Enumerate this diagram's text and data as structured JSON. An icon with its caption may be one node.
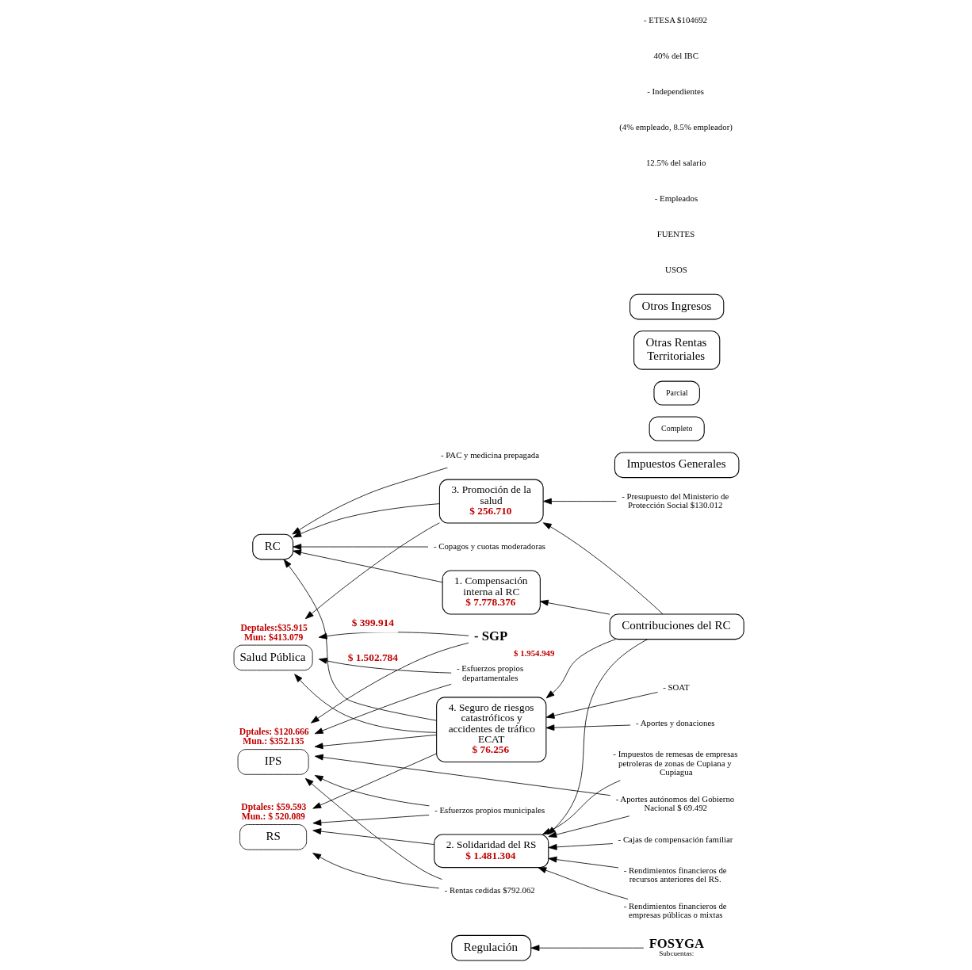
{
  "diagram": {
    "nodes": [
      {
        "text": [
          "Regulación"
        ]
      },
      {
        "text": [
          "FOSYGA",
          "Subcuentas:"
        ]
      },
      {
        "text": [
          "RC"
        ]
      },
      {
        "text": [
          "Contribuciones del RC"
        ]
      },
      {
        "text": [
          "1. Compensación interna al RC",
          "$ 7.778.376"
        ]
      },
      {
        "text": [
          "RS"
        ],
        "beside": [
          "Dptales: $59.593 Mun.: $ 520.089"
        ]
      },
      {
        "text": [
          "2. Solidaridad del RS",
          "$ 1.481.304"
        ]
      },
      {
        "text": [
          "Impuestos Generales"
        ]
      },
      {
        "text": [
          "Completo"
        ]
      },
      {
        "text": [
          "Parcial"
        ]
      },
      {
        "text": [
          "3. Promoción de la salud",
          "$ 256.710"
        ]
      },
      {
        "text": [
          "IPS"
        ],
        "beside": [
          "Dptales: $120.666 Mun.: $352.135"
        ]
      },
      {
        "text": [
          "4. Seguro de riesgos catastróficos y accidentes de tráfico ECAT",
          "$ 76.256"
        ]
      },
      {
        "text": [
          "Salud Pública"
        ],
        "beside": [
          "Deptales:$35.915 Mun: $413.079"
        ]
      },
      {
        "text": [
          "Otras Rentas Territoriales"
        ]
      },
      {
        "text": [
          "Otros Ingresos"
        ]
      },
      {
        "text": [
          "- PAC y medicina prepagada"
        ]
      },
      {
        "text": [
          "- Aportes autónomos del Gobierno Nacional $ 69.492"
        ]
      },
      {
        "text": [
          "- Rendimientos financieros de empresas públicas o mixtas"
        ]
      },
      {
        "text": [
          "- Impuestos de remesas de empresas petroleras de zonas de Cupiana y Cupiagua"
        ]
      },
      {
        "text": [
          "- Presupuesto del Ministerio de Protección Social $130.012"
        ]
      },
      {
        "text": [
          "- SGP"
        ],
        "beside": [
          "$ 1.954.949"
        ]
      },
      {
        "text": [
          "- Rentas cedidas $792.062"
        ]
      },
      {
        "text": [
          "- Esfuerzos propios municipales"
        ]
      },
      {
        "text": [
          "- Esfuerzos propios departamentales"
        ]
      },
      {
        "text": [
          "- Copagos y cuotas moderadoras"
        ]
      },
      {
        "text": [
          "- Cajas de compensación familiar"
        ]
      },
      {
        "text": [
          "- Rendimientos financieros de recursos anteriores del RS."
        ]
      },
      {
        "text": [
          "- SOAT"
        ]
      },
      {
        "text": [
          "- Aportes y donaciones"
        ]
      }
    ],
    "edges": [
      {
        "from": 1,
        "to": 0,
        "arrow": "to"
      },
      {
        "from": 3,
        "to": 4,
        "arrow": "to"
      },
      {
        "from": 3,
        "to": 6,
        "arrow": "to"
      },
      {
        "from": 3,
        "to": 10,
        "arrow": "to"
      },
      {
        "from": 3,
        "to": 12,
        "arrow": "to"
      },
      {
        "from": 4,
        "to": 2,
        "arrow": "to"
      },
      {
        "from": 6,
        "to": 5,
        "arrow": "to"
      },
      {
        "from": 10,
        "to": 2,
        "arrow": "to"
      },
      {
        "from": 10,
        "to": 13,
        "arrow": "to"
      },
      {
        "from": 12,
        "to": 2,
        "arrow": "to"
      },
      {
        "from": 12,
        "to": 5,
        "arrow": "to"
      },
      {
        "from": 12,
        "to": 11,
        "arrow": "to"
      },
      {
        "from": 12,
        "to": 13,
        "arrow": "to"
      },
      {
        "from": 16,
        "to": 2,
        "arrow": "to"
      },
      {
        "from": 17,
        "to": 6,
        "arrow": "to"
      },
      {
        "from": 17,
        "to": 11,
        "arrow": "to"
      },
      {
        "from": 18,
        "to": 6,
        "arrow": "to"
      },
      {
        "from": 19,
        "to": 6,
        "arrow": "to"
      },
      {
        "from": 20,
        "to": 10,
        "arrow": "to"
      },
      {
        "from": 21,
        "to": 11,
        "arrow": "to",
        "label": "$ 1.502.784"
      },
      {
        "from": 21,
        "to": 13,
        "arrow": "to",
        "label": "$ 399.914"
      },
      {
        "from": 22,
        "to": 5,
        "arrow": "to"
      },
      {
        "from": 22,
        "to": 11,
        "arrow": "to"
      },
      {
        "from": 23,
        "to": 5,
        "arrow": "to"
      },
      {
        "from": 23,
        "to": 11,
        "arrow": "to"
      },
      {
        "from": 24,
        "to": 11,
        "arrow": "to"
      },
      {
        "from": 24,
        "to": 13,
        "arrow": "to"
      },
      {
        "from": 25,
        "to": 2,
        "arrow": "to"
      },
      {
        "from": 26,
        "to": 6,
        "arrow": "to"
      },
      {
        "from": 27,
        "to": 6,
        "arrow": "to"
      },
      {
        "from": 28,
        "to": 12,
        "arrow": "to"
      },
      {
        "from": 29,
        "to": 12,
        "arrow": "to"
      }
    ],
    "labels": [
      "USOS",
      "FUENTES",
      "- Empleados",
      "12.5% del salario",
      "(4% empleado, 8.5% empleador)",
      "- Independientes",
      "40% del IBC",
      "- ETESA $104692"
    ]
  }
}
